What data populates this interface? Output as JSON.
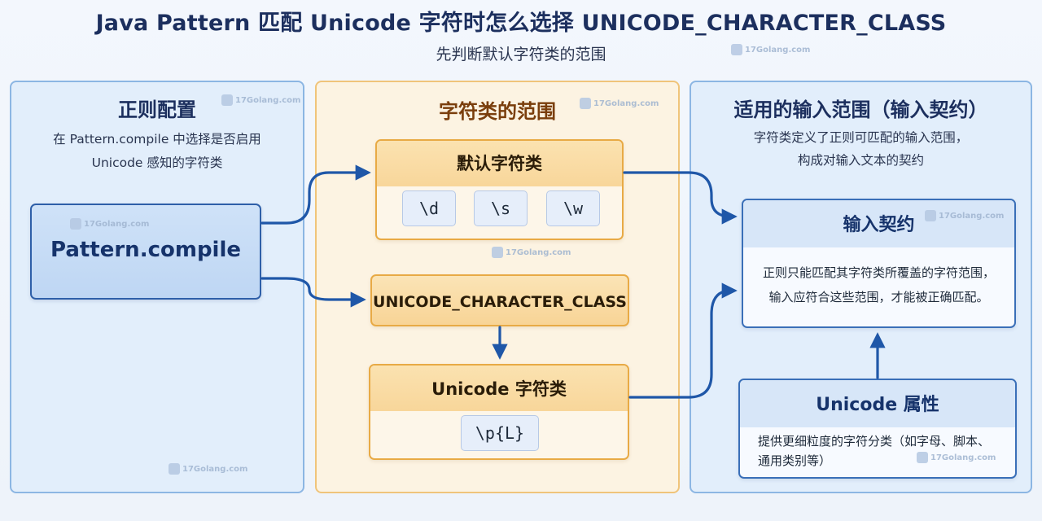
{
  "title": "Java Pattern 匹配 Unicode 字符时怎么选择 UNICODE_CHARACTER_CLASS",
  "subtitle": "先判断默认字符类的范围",
  "watermark": "17Golang.com",
  "colors": {
    "blue_stroke": "#2e5fa8",
    "orange_stroke": "#e8aa45",
    "arrow": "#1f57a8"
  },
  "left_panel": {
    "title": "正则配置",
    "desc_line1": "在 Pattern.compile 中选择是否启用",
    "desc_line2": "Unicode 感知的字符类",
    "compile_box": "Pattern.compile"
  },
  "middle_panel": {
    "title": "字符类的范围",
    "default_class": {
      "title": "默认字符类",
      "chips": [
        "\\d",
        "\\s",
        "\\w"
      ]
    },
    "ucc_box": "UNICODE_CHARACTER_CLASS",
    "unicode_class": {
      "title": "Unicode 字符类",
      "chip": "\\p{L}"
    }
  },
  "right_panel": {
    "title": "适用的输入范围（输入契约）",
    "desc_line1": "字符类定义了正则可匹配的输入范围，",
    "desc_line2": "构成对输入文本的契约",
    "contract": {
      "title": "输入契约",
      "line1": "正则只能匹配其字符类所覆盖的字符范围，",
      "line2": "输入应符合这些范围，才能被正确匹配。"
    },
    "unicode_props": {
      "title": "Unicode 属性",
      "line1": "提供更细粒度的字符分类（如字母、脚本、",
      "line2": "通用类别等）"
    }
  }
}
